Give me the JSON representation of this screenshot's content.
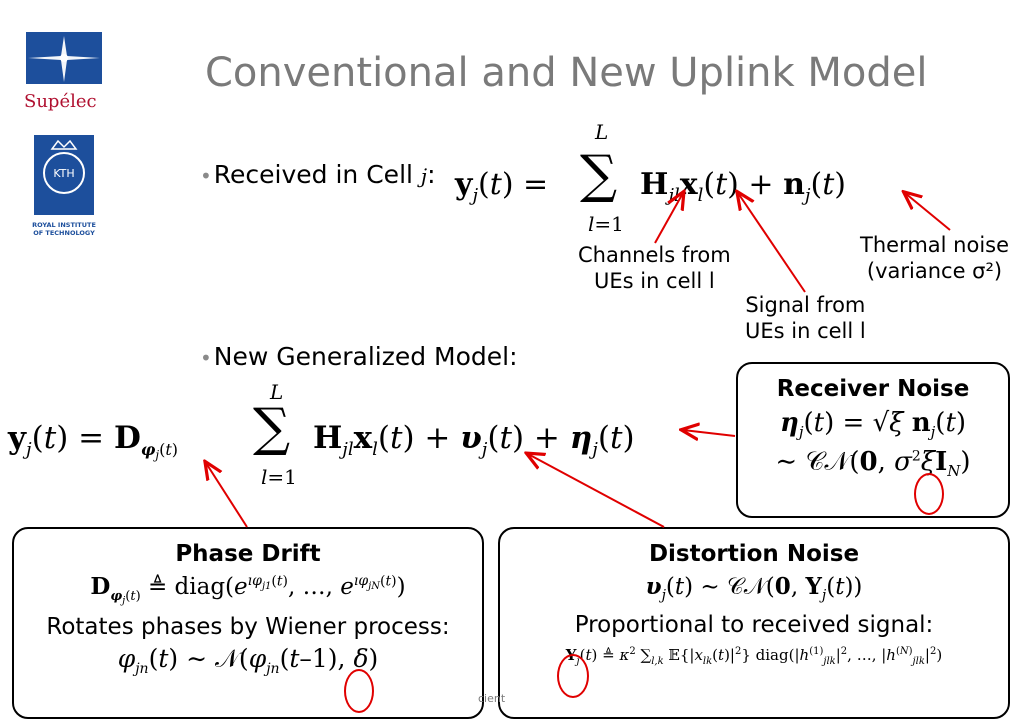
{
  "logos": {
    "supelec_label": "Supélec",
    "kth_label": "KTH",
    "kth_caption_1": "ROYAL INSTITUTE",
    "kth_caption_2": "OF TECHNOLOGY"
  },
  "title": "Conventional and New Uplink Model",
  "bullet1": {
    "label": "Received in Cell ",
    "var": "j",
    "suffix": ":",
    "equation": "y_j(t) = Σ_{l=1}^{L} H_jl x_l(t) + n_j(t)"
  },
  "annotations": {
    "channels": [
      "Channels from",
      "UEs in cell l"
    ],
    "signal": [
      "Signal from",
      "UEs in cell l"
    ],
    "thermal": [
      "Thermal noise",
      "(variance σ²)"
    ]
  },
  "bullet2": {
    "label": "New Generalized Model:",
    "equation": "y_j(t) = D_φj(t) Σ_{l=1}^{L} H_jl x_l(t) + υ_j(t) + η_j(t)"
  },
  "boxes": {
    "receiver_noise": {
      "heading": "Receiver Noise",
      "line1": "η_j(t) = √ξ n_j(t)",
      "line2": "∼ CN(0, σ² ξ I_N)"
    },
    "phase_drift": {
      "heading": "Phase Drift",
      "line1": "D_φj(t) ≜ diag(e^{ıφ_j1(t)}, …, e^{ıφ_jN(t)})",
      "text": "Rotates phases by Wiener process:",
      "line2": "φ_jn(t) ∼ N(φ_jn(t–1), δ)"
    },
    "distortion_noise": {
      "heading": "Distortion Noise",
      "line1": "υ_j(t) ∼ CN(0, Υ_j(t))",
      "text": "Proportional to received signal:",
      "line2": "Υ_j(t) ≜ κ² Σ_{l,k} E{|x_lk(t)|²} diag(|h_jlk^(1)|², …, |h_jlk^(N)|²)"
    }
  },
  "footer": "cient",
  "colors": {
    "accent": "#e00000",
    "title_gray": "#7a7a7a",
    "logo_blue": "#1d4f9c"
  }
}
